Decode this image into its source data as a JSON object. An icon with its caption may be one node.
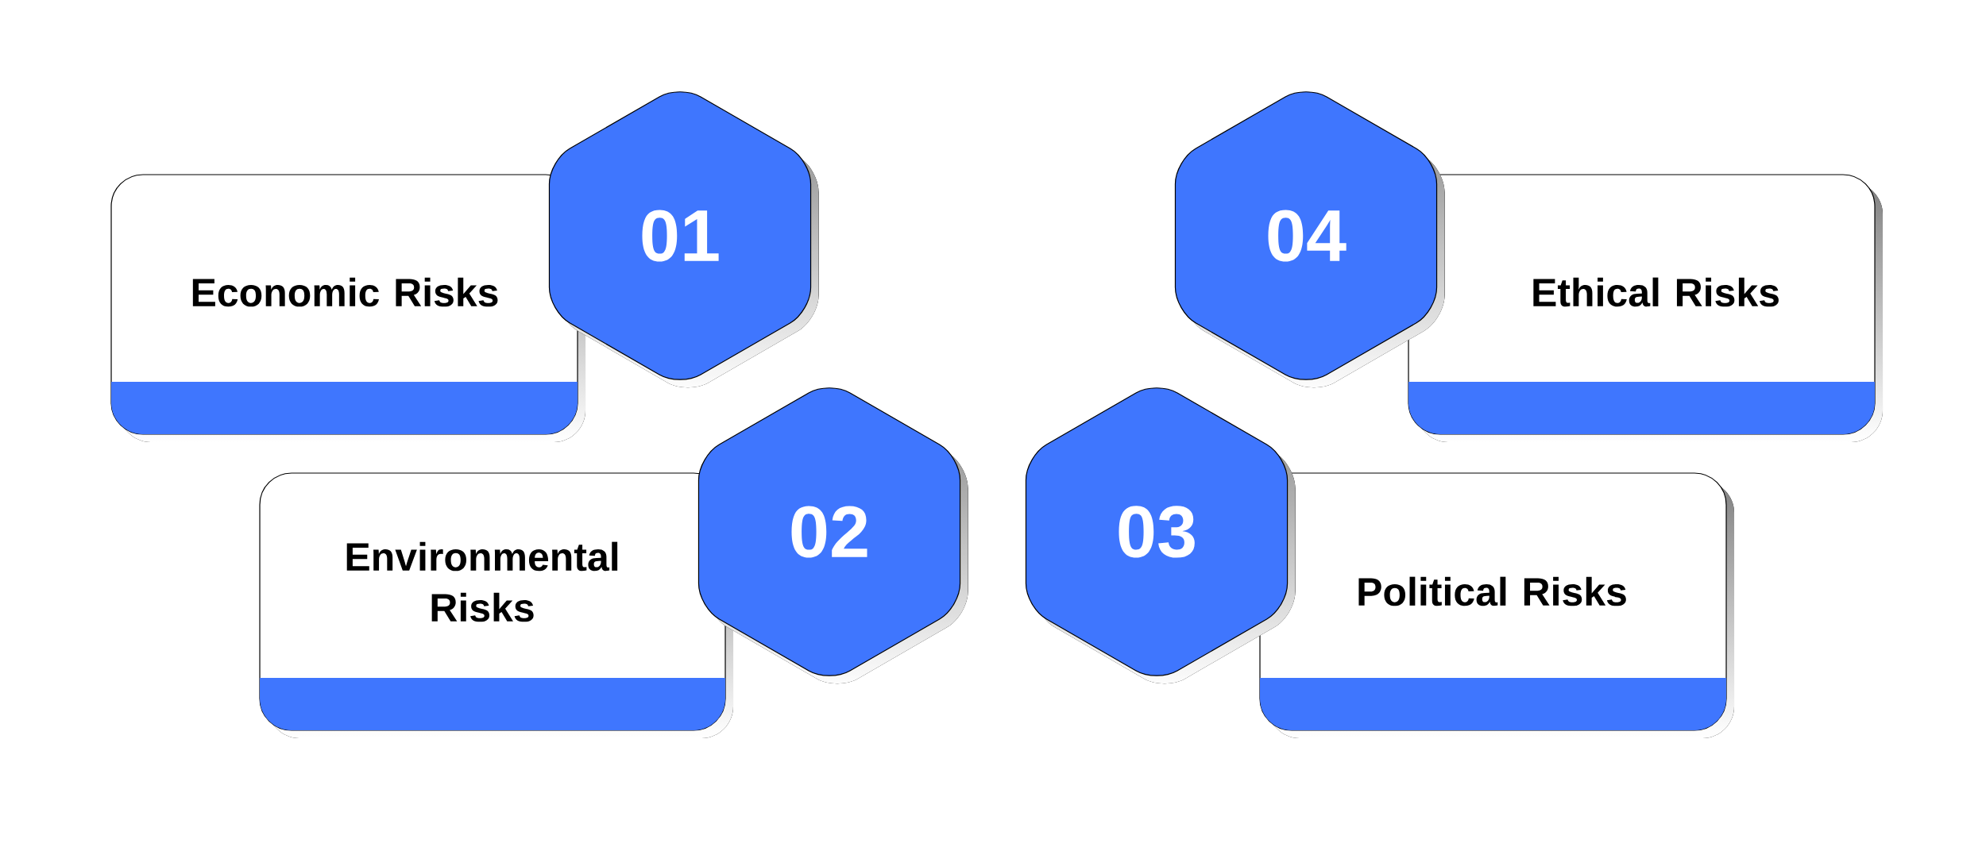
{
  "diagram": {
    "nodes": [
      {
        "text": [
          "Economic Risks"
        ]
      },
      {
        "text": [
          "01"
        ]
      },
      {
        "text": [
          "Environmental Risks"
        ]
      },
      {
        "text": [
          "02"
        ]
      },
      {
        "text": [
          "03"
        ]
      },
      {
        "text": [
          "Political Risks"
        ]
      },
      {
        "text": [
          "04"
        ]
      },
      {
        "text": [
          "Ethical Risks"
        ]
      }
    ]
  }
}
